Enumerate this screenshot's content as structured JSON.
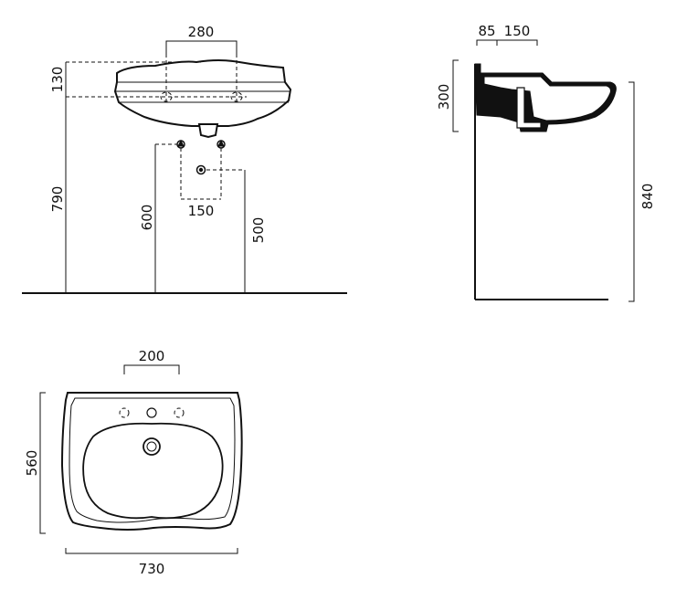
{
  "dimensions": {
    "front_view": {
      "tap_spacing": "280",
      "basin_height": "130",
      "rim_height": "790",
      "water_inlet_height": "600",
      "waste_spacing": "150",
      "waste_height": "500"
    },
    "side_view": {
      "wall_offset": "85",
      "waste_offset": "150",
      "basin_depth": "300",
      "total_height": "840"
    },
    "top_view": {
      "tap_hole_spacing": "200",
      "depth": "560",
      "width": "730"
    }
  }
}
